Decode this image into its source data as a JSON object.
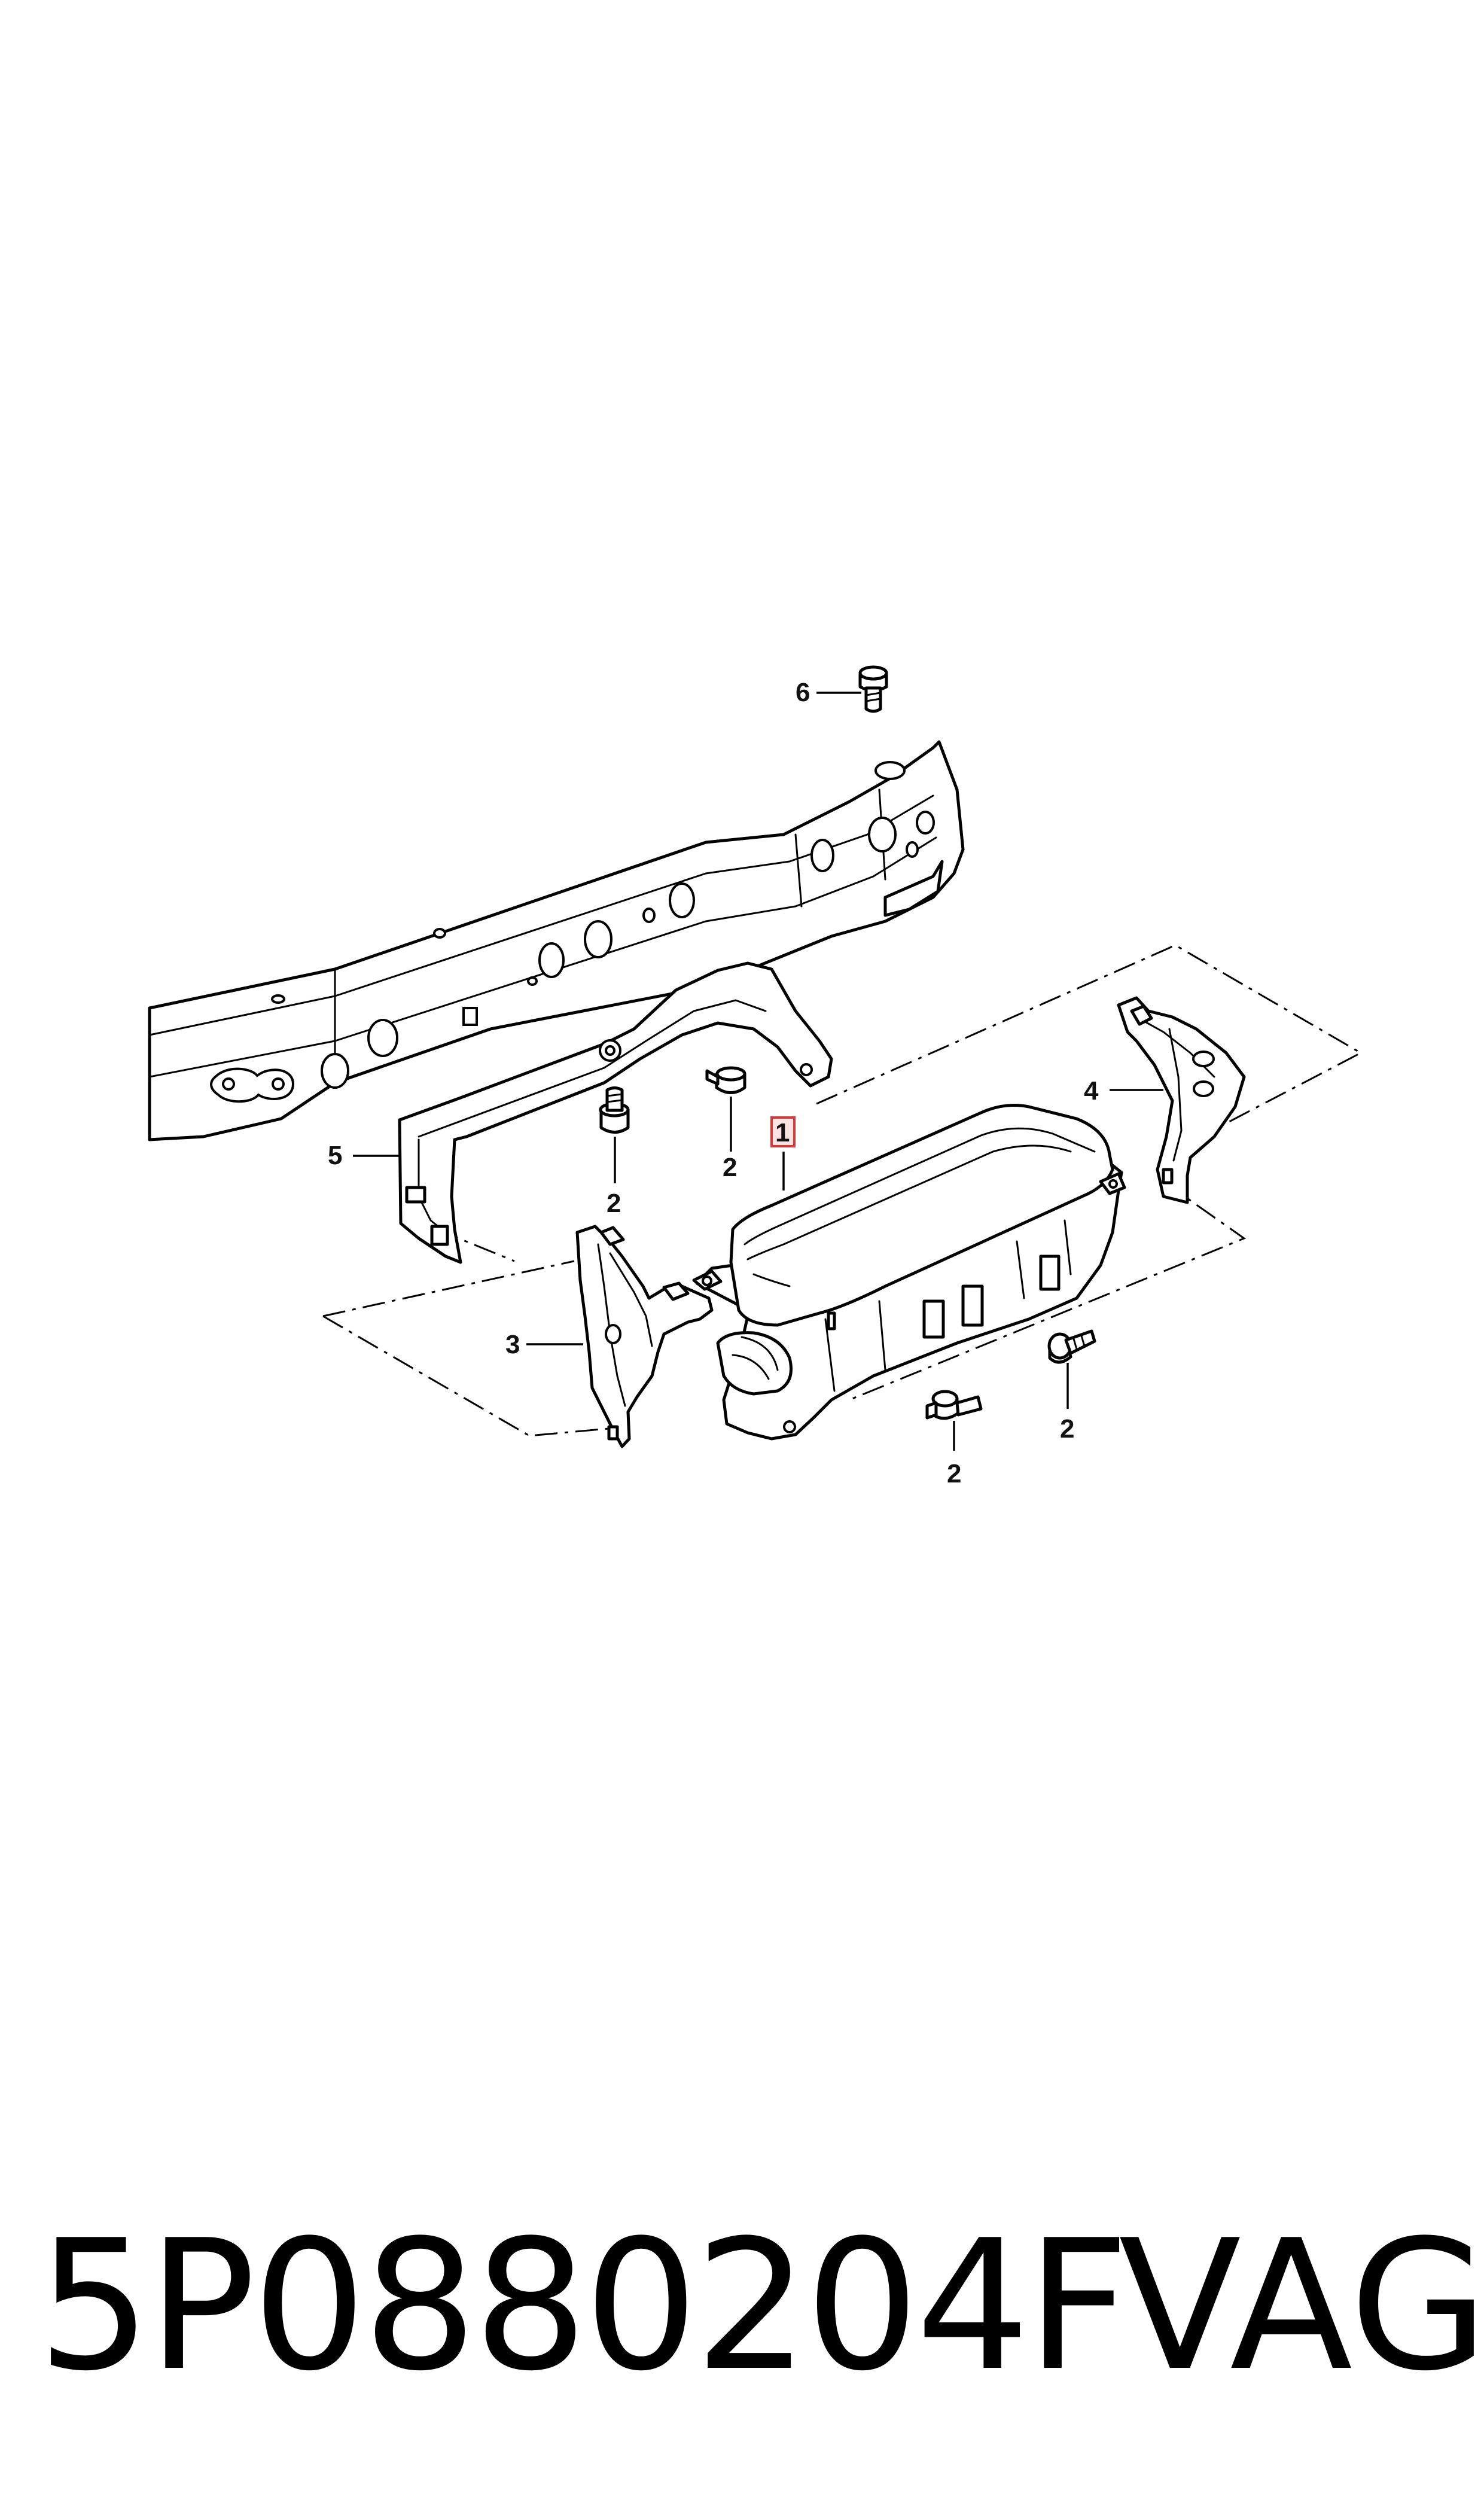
{
  "callouts": {
    "airbag_unit": "1",
    "bolt": "2",
    "bracket_left": "3",
    "bracket_right": "4",
    "bracket_upper": "5",
    "bolt_top": "6"
  },
  "footer": {
    "part_number": "5P0880204F",
    "brand": "VAG"
  },
  "colors": {
    "highlight_border": "#d23a3a",
    "highlight_fill": "#fbe3e3",
    "line": "#000000"
  }
}
